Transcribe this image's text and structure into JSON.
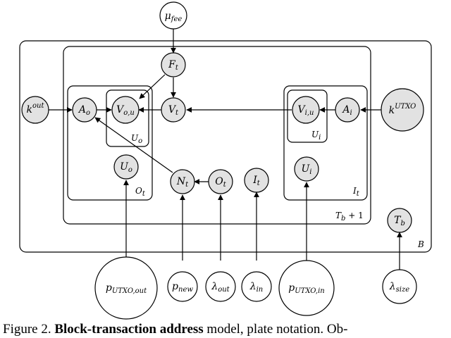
{
  "nodes": {
    "mu_fee": {
      "base": "μ",
      "sub": "fee",
      "observed": false
    },
    "k_out": {
      "base": "k",
      "sup": "out",
      "observed": true
    },
    "F_t": {
      "base": "F",
      "sub": "t",
      "observed": true
    },
    "A_o": {
      "base": "A",
      "sub": "o",
      "observed": true
    },
    "V_ou": {
      "base": "V",
      "sub": "o,u",
      "observed": true
    },
    "V_t": {
      "base": "V",
      "sub": "t",
      "observed": true
    },
    "V_iu": {
      "base": "V",
      "sub": "i,u",
      "observed": true
    },
    "A_i": {
      "base": "A",
      "sub": "i",
      "observed": true
    },
    "k_utxo": {
      "base": "k",
      "sup": "UTXO",
      "observed": true
    },
    "U_o": {
      "base": "U",
      "sub": "o",
      "observed": true
    },
    "N_t": {
      "base": "N",
      "sub": "t",
      "observed": true
    },
    "O_t": {
      "base": "O",
      "sub": "t",
      "observed": true
    },
    "I_t": {
      "base": "I",
      "sub": "t",
      "observed": true
    },
    "U_i": {
      "base": "U",
      "sub": "i",
      "observed": true
    },
    "T_b": {
      "base": "T",
      "sub": "b",
      "observed": true
    },
    "p_utxo_out": {
      "base": "p",
      "sub": "UTXO,out",
      "observed": false
    },
    "p_new": {
      "base": "p",
      "sub": "new",
      "observed": false
    },
    "lambda_out": {
      "base": "λ",
      "sub": "out",
      "observed": false
    },
    "lambda_in": {
      "base": "λ",
      "sub": "in",
      "observed": false
    },
    "p_utxo_in": {
      "base": "p",
      "sub": "UTXO,in",
      "observed": false
    },
    "lambda_size": {
      "base": "λ",
      "sub": "size",
      "observed": false
    }
  },
  "plates": {
    "B": {
      "base": "B"
    },
    "Tb1": {
      "base": "T",
      "sub": "b",
      "suffix": " + 1"
    },
    "Ot": {
      "base": "O",
      "sub": "t"
    },
    "It": {
      "base": "I",
      "sub": "t"
    },
    "Uo": {
      "base": "U",
      "sub": "o"
    },
    "Ui": {
      "base": "U",
      "sub": "i"
    }
  },
  "caption": {
    "prefix": "Figure 2. ",
    "bold": "Block-transaction address",
    "rest": " model, plate notation. Ob-"
  }
}
